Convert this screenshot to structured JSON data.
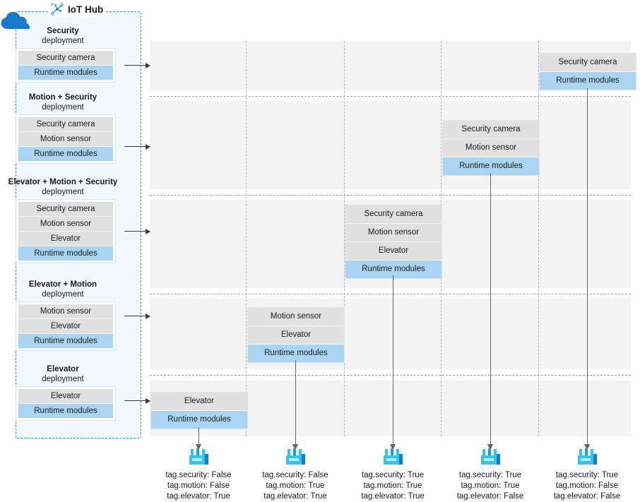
{
  "hub": {
    "title": "IoT Hub",
    "icon": "iot-hub-icon",
    "cloud_icon": "cloud-icon",
    "accent": "#2b88d8",
    "panel_bg": "#f2f8fd",
    "module_bg": "#e1e1e1",
    "runtime_bg": "#a9d5f2",
    "deployments": [
      {
        "name": "Security",
        "kind": "deployment",
        "modules": [
          "Security camera"
        ],
        "runtime": "Runtime modules"
      },
      {
        "name": "Motion + Security",
        "kind": "deployment",
        "modules": [
          "Security camera",
          "Motion sensor"
        ],
        "runtime": "Runtime modules"
      },
      {
        "name": "Elevator + Motion + Security",
        "kind": "deployment",
        "modules": [
          "Security camera",
          "Motion sensor",
          "Elevator"
        ],
        "runtime": "Runtime modules"
      },
      {
        "name": "Elevator + Motion",
        "kind": "deployment",
        "modules": [
          "Motion sensor",
          "Elevator"
        ],
        "runtime": "Runtime modules"
      },
      {
        "name": "Elevator",
        "kind": "deployment",
        "modules": [
          "Elevator"
        ],
        "runtime": "Runtime modules"
      }
    ]
  },
  "grid": {
    "rows": [
      {
        "deployment": "Security",
        "card_modules": [
          "Security camera"
        ],
        "card_runtime": "Runtime modules",
        "target_device": 5
      },
      {
        "deployment": "Motion + Security",
        "card_modules": [
          "Security camera",
          "Motion sensor"
        ],
        "card_runtime": "Runtime modules",
        "target_device": 4
      },
      {
        "deployment": "Elevator + Motion + Security",
        "card_modules": [
          "Security camera",
          "Motion sensor",
          "Elevator"
        ],
        "card_runtime": "Runtime modules",
        "target_device": 3
      },
      {
        "deployment": "Elevator + Motion",
        "card_modules": [
          "Motion sensor",
          "Elevator"
        ],
        "card_runtime": "Runtime modules",
        "target_device": 2
      },
      {
        "deployment": "Elevator",
        "card_modules": [
          "Elevator"
        ],
        "card_runtime": "Runtime modules",
        "target_device": 1
      }
    ]
  },
  "devices": [
    {
      "icon": "factory-icon",
      "tags": [
        "tag.security: False",
        "tag.motion: False",
        "tag.elevator: True"
      ]
    },
    {
      "icon": "factory-icon",
      "tags": [
        "tag.security: False",
        "tag.motion: True",
        "tag.elevator: True"
      ]
    },
    {
      "icon": "factory-icon",
      "tags": [
        "tag.security: True",
        "tag.motion: True",
        "tag.elevator: True"
      ]
    },
    {
      "icon": "factory-icon",
      "tags": [
        "tag.security: True",
        "tag.motion: True",
        "tag.elevator: False"
      ]
    },
    {
      "icon": "factory-icon",
      "tags": [
        "tag.security: True",
        "tag.motion: False",
        "tag.elevator: False"
      ]
    }
  ]
}
